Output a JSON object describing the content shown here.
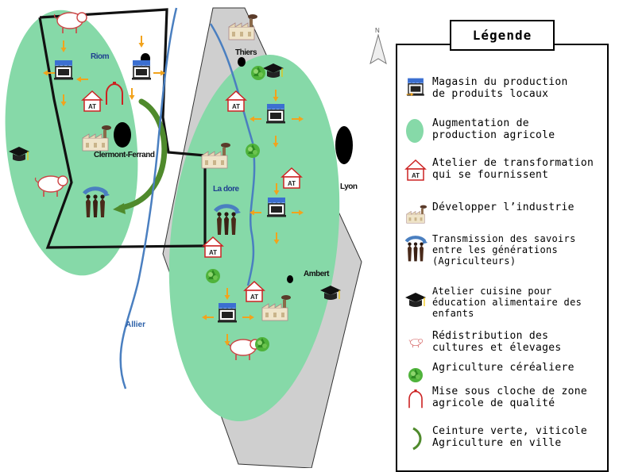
{
  "places": {
    "riom": "Riom",
    "clermont": "Clermont-Ferrand",
    "thiers": "Thiers",
    "lyon": "Lyon",
    "ladore": "La dore",
    "ambert": "Ambert"
  },
  "rivers": {
    "allier": "Allier"
  },
  "north": "N",
  "legend": {
    "title": "Légende",
    "items": [
      {
        "icon": "shop-icon",
        "lines": [
          "Magasin du production",
          "de produits locaux"
        ]
      },
      {
        "icon": "green-zone-icon",
        "lines": [
          "Augmentation de",
          "production agricole"
        ]
      },
      {
        "icon": "workshop-at-icon",
        "badge": "AT",
        "lines": [
          "Atelier de transformation",
          "qui se fournissent"
        ]
      },
      {
        "icon": "factory-icon",
        "lines": [
          "Développer l’industrie"
        ]
      },
      {
        "icon": "knowledge-transmission-icon",
        "lines": [
          "Transmission des savoirs",
          "entre les générations",
          "(Agriculteurs)"
        ]
      },
      {
        "icon": "graduation-cap-icon",
        "lines": [
          "Atelier cuisine pour",
          "éducation alimentaire des",
          "enfants"
        ]
      },
      {
        "icon": "redistribution-icon",
        "lines": [
          "Rédistribution des",
          "cultures et élevages"
        ]
      },
      {
        "icon": "cereal-icon",
        "lines": [
          "Agriculture céréaliere"
        ]
      },
      {
        "icon": "cloche-icon",
        "lines": [
          "Mise sous cloche de zone",
          "agricole de qualité"
        ]
      },
      {
        "icon": "green-belt-icon",
        "lines": [
          "Ceinture verte, viticole",
          "Agriculture en ville"
        ]
      }
    ]
  },
  "colors": {
    "green_zone": "#86d9a8",
    "grey_zone": "#cfcfcf",
    "river": "#4a7fc0",
    "arrow": "#f2a31c",
    "belt": "#4f8a2c",
    "shop_roof": "#3b6fd1"
  }
}
